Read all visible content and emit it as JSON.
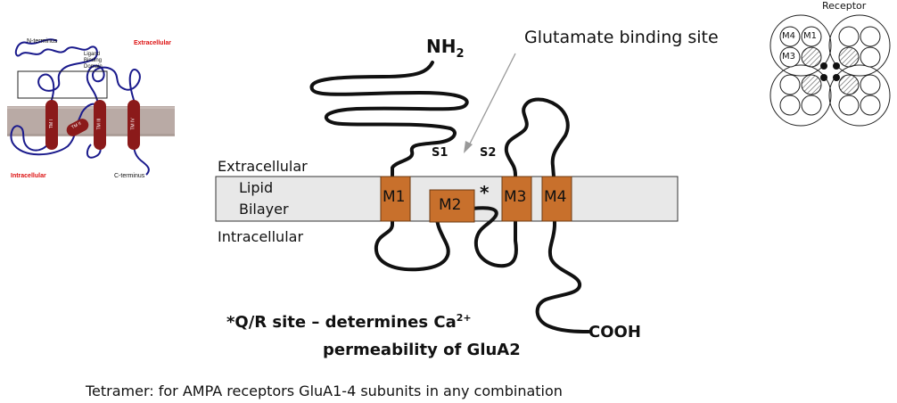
{
  "inset": {
    "n_terminus": "N-terminus",
    "ligand_binding_domain": [
      "Ligand",
      "Binding",
      "Domain"
    ],
    "extracellular": "Extracellular",
    "intracellular": "Intracellular",
    "c_terminus": "C-terminus",
    "tm_labels": [
      "TM I",
      "TM II",
      "TM III",
      "TM IV"
    ]
  },
  "receptor_diagram": {
    "title": "Receptor",
    "subunit_labels": [
      "M4",
      "M1",
      "M3"
    ]
  },
  "main": {
    "nh2_base": "NH",
    "nh2_sub": "2",
    "glutamate_label": "Glutamate binding site",
    "s1": "S1",
    "s2": "S2",
    "extracellular": "Extracellular",
    "lipid": "Lipid",
    "bilayer": "Bilayer",
    "intracellular": "Intracellular",
    "segments": [
      "M1",
      "M2",
      "M3",
      "M4"
    ],
    "asterisk": "*",
    "cooh": "COOH",
    "qr_line1_prefix": "*Q/R site – determines Ca",
    "qr_sup": "2+",
    "qr_line2": "permeability of GluA2"
  },
  "footer": {
    "tetramer_text": "Tetramer: for AMPA receptors GluA1-4 subunits in any combination"
  },
  "colors": {
    "segment_fill": "#c8702c",
    "bilayer_fill": "#e8e8e8",
    "inset_membrane": "#b9aaa5",
    "inset_helix": "#8b1a1a",
    "inset_chain": "#1a1a8c",
    "highlight_red": "#dd1111"
  }
}
